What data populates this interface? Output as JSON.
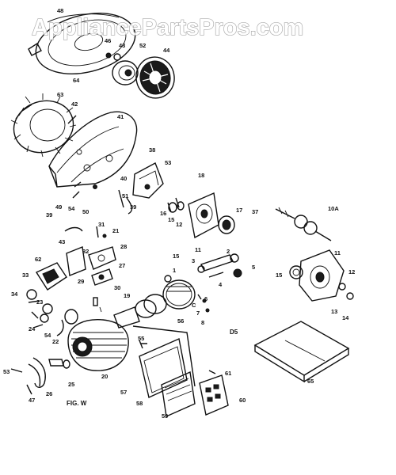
{
  "watermark": "AppliancePartsPros.com",
  "figure_label": "FIG. W",
  "section_label": "D5",
  "labels": [
    {
      "id": "48",
      "text": "48"
    },
    {
      "id": "46",
      "text": "46"
    },
    {
      "id": "43",
      "text": "43"
    },
    {
      "id": "52",
      "text": "52"
    },
    {
      "id": "44",
      "text": "44"
    },
    {
      "id": "64",
      "text": "64"
    },
    {
      "id": "63",
      "text": "63"
    },
    {
      "id": "42",
      "text": "42"
    },
    {
      "id": "41",
      "text": "41"
    },
    {
      "id": "38",
      "text": "38"
    },
    {
      "id": "53",
      "text": "53"
    },
    {
      "id": "18",
      "text": "18"
    },
    {
      "id": "40",
      "text": "40"
    },
    {
      "id": "51",
      "text": "51"
    },
    {
      "id": "49",
      "text": "49"
    },
    {
      "id": "54a",
      "text": "54"
    },
    {
      "id": "50",
      "text": "50"
    },
    {
      "id": "39",
      "text": "39"
    },
    {
      "id": "39b",
      "text": "39"
    },
    {
      "id": "16",
      "text": "16"
    },
    {
      "id": "15a",
      "text": "15"
    },
    {
      "id": "12a",
      "text": "12"
    },
    {
      "id": "17",
      "text": "17"
    },
    {
      "id": "37",
      "text": "37"
    },
    {
      "id": "10A",
      "text": "10A"
    },
    {
      "id": "31",
      "text": "31"
    },
    {
      "id": "21",
      "text": "21"
    },
    {
      "id": "43b",
      "text": "43"
    },
    {
      "id": "28",
      "text": "28"
    },
    {
      "id": "62",
      "text": "62"
    },
    {
      "id": "32",
      "text": "32"
    },
    {
      "id": "27",
      "text": "27"
    },
    {
      "id": "29",
      "text": "29"
    },
    {
      "id": "15b",
      "text": "15"
    },
    {
      "id": "11a",
      "text": "11"
    },
    {
      "id": "3",
      "text": "3"
    },
    {
      "id": "2",
      "text": "2"
    },
    {
      "id": "5",
      "text": "5"
    },
    {
      "id": "4",
      "text": "4"
    },
    {
      "id": "11b",
      "text": "11"
    },
    {
      "id": "12b",
      "text": "12"
    },
    {
      "id": "15c",
      "text": "15"
    },
    {
      "id": "13",
      "text": "13"
    },
    {
      "id": "14",
      "text": "14"
    },
    {
      "id": "33",
      "text": "33"
    },
    {
      "id": "34",
      "text": "34"
    },
    {
      "id": "23",
      "text": "23"
    },
    {
      "id": "22",
      "text": "22"
    },
    {
      "id": "24",
      "text": "24"
    },
    {
      "id": "54b",
      "text": "54"
    },
    {
      "id": "30",
      "text": "30"
    },
    {
      "id": "19",
      "text": "19"
    },
    {
      "id": "1",
      "text": "1"
    },
    {
      "id": "C",
      "text": "C"
    },
    {
      "id": "7",
      "text": "7"
    },
    {
      "id": "8",
      "text": "8"
    },
    {
      "id": "6",
      "text": "6"
    },
    {
      "id": "56",
      "text": "56"
    },
    {
      "id": "55",
      "text": "55"
    },
    {
      "id": "20",
      "text": "20"
    },
    {
      "id": "25",
      "text": "25"
    },
    {
      "id": "26",
      "text": "26"
    },
    {
      "id": "53b",
      "text": "53"
    },
    {
      "id": "47",
      "text": "47"
    },
    {
      "id": "57",
      "text": "57"
    },
    {
      "id": "58",
      "text": "58"
    },
    {
      "id": "59",
      "text": "59"
    },
    {
      "id": "61",
      "text": "61"
    },
    {
      "id": "60",
      "text": "60"
    },
    {
      "id": "65",
      "text": "65"
    }
  ]
}
